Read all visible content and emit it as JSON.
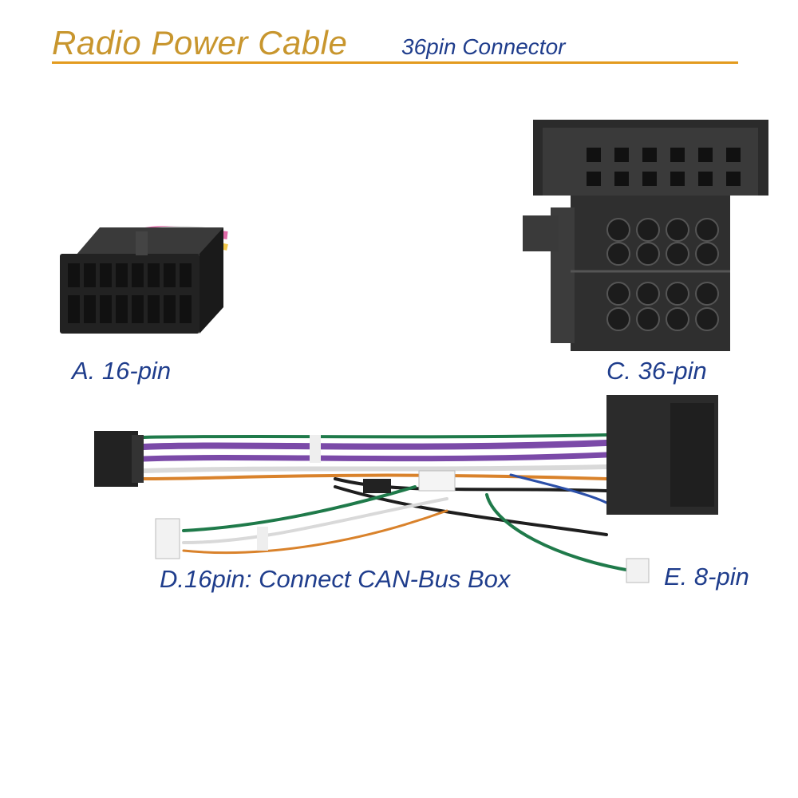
{
  "header": {
    "title": "Radio Power Cable",
    "subtitle": "36pin Connector"
  },
  "labels": {
    "a": "A. 16-pin",
    "c": "C. 36-pin",
    "d": "D.16pin: Connect CAN-Bus Box",
    "e": "E. 8-pin"
  },
  "colors": {
    "title": "#c8962e",
    "subtitle": "#1f3d8c",
    "rule": "#e39b1e",
    "label": "#1f3d8c",
    "connector": "#2a2a2a",
    "wire_purple": "#7b4aa8",
    "wire_green": "#1f7a4a",
    "wire_white": "#d9d9d9",
    "wire_orange": "#d9822b",
    "wire_black": "#1e1e1e",
    "wire_blue": "#2b4fa8"
  }
}
